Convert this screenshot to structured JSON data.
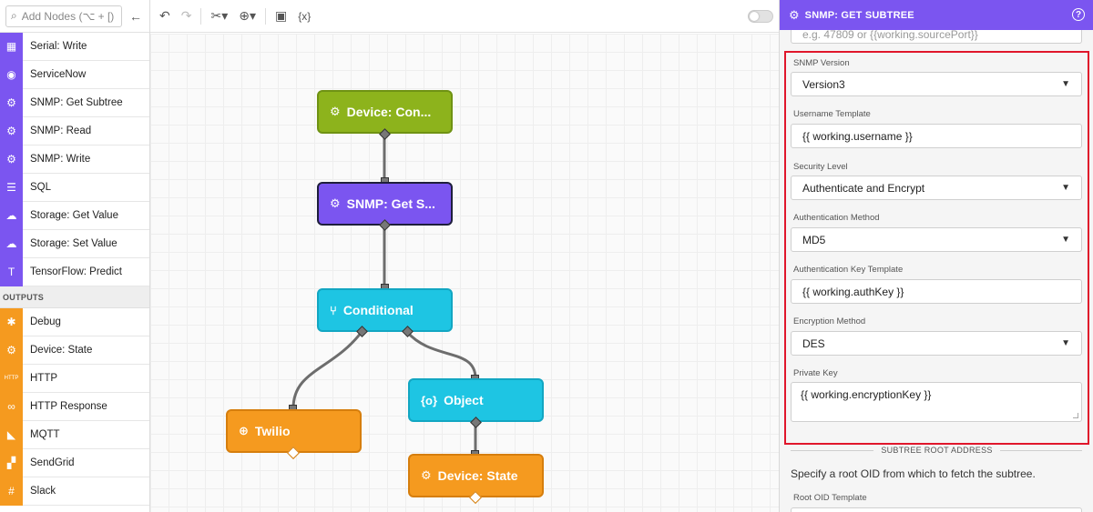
{
  "palette": {
    "search_placeholder": "Add Nodes (⌥ + [)",
    "items_top": [
      {
        "label": "Serial: Write",
        "icon": "serial-icon",
        "glyph": "▦"
      },
      {
        "label": "ServiceNow",
        "icon": "servicenow-icon",
        "glyph": "◉"
      },
      {
        "label": "SNMP: Get Subtree",
        "icon": "snmp-icon",
        "glyph": "⚙"
      },
      {
        "label": "SNMP: Read",
        "icon": "snmp-icon",
        "glyph": "⚙"
      },
      {
        "label": "SNMP: Write",
        "icon": "snmp-icon",
        "glyph": "⚙"
      },
      {
        "label": "SQL",
        "icon": "database-icon",
        "glyph": "☰"
      },
      {
        "label": "Storage: Get Value",
        "icon": "cloud-download-icon",
        "glyph": "☁"
      },
      {
        "label": "Storage: Set Value",
        "icon": "cloud-upload-icon",
        "glyph": "☁"
      },
      {
        "label": "TensorFlow: Predict",
        "icon": "tensorflow-icon",
        "glyph": "T"
      }
    ],
    "section_outputs": "OUTPUTS",
    "items_outputs": [
      {
        "label": "Debug",
        "icon": "bug-icon",
        "glyph": "✱"
      },
      {
        "label": "Device: State",
        "icon": "device-gear-icon",
        "glyph": "⚙"
      },
      {
        "label": "HTTP",
        "icon": "http-icon",
        "glyph": "HTTP"
      },
      {
        "label": "HTTP Response",
        "icon": "link-icon",
        "glyph": "∞"
      },
      {
        "label": "MQTT",
        "icon": "rss-icon",
        "glyph": "◣"
      },
      {
        "label": "SendGrid",
        "icon": "sendgrid-icon",
        "glyph": "▞"
      },
      {
        "label": "Slack",
        "icon": "slack-icon",
        "glyph": "#"
      }
    ]
  },
  "nodes": {
    "device_connect": "Device: Con...",
    "snmp_get": "SNMP: Get S...",
    "conditional": "Conditional",
    "twilio": "Twilio",
    "object": "Object",
    "device_state": "Device: State"
  },
  "panel": {
    "title": "SNMP: GET SUBTREE",
    "help": "?",
    "port_placeholder": "e.g. 47809 or {{working.sourcePort}}",
    "snmp_version_label": "SNMP Version",
    "snmp_version_value": "Version3",
    "username_label": "Username Template",
    "username_value": "{{ working.username }}",
    "security_label": "Security Level",
    "security_value": "Authenticate and Encrypt",
    "auth_method_label": "Authentication Method",
    "auth_method_value": "MD5",
    "auth_key_label": "Authentication Key Template",
    "auth_key_value": "{{ working.authKey }}",
    "enc_method_label": "Encryption Method",
    "enc_method_value": "DES",
    "private_key_label": "Private Key",
    "private_key_value": "{{ working.encryptionKey }}",
    "section_title": "SUBTREE ROOT ADDRESS",
    "section_desc": "Specify a root OID from which to fetch the subtree.",
    "root_oid_label": "Root OID Template"
  },
  "colors": {
    "accent_purple": "#7b55f0",
    "output_orange": "#f59a1f",
    "node_green": "#8db31c",
    "node_cyan": "#1ec5e3",
    "highlight_red": "#e0162b"
  }
}
